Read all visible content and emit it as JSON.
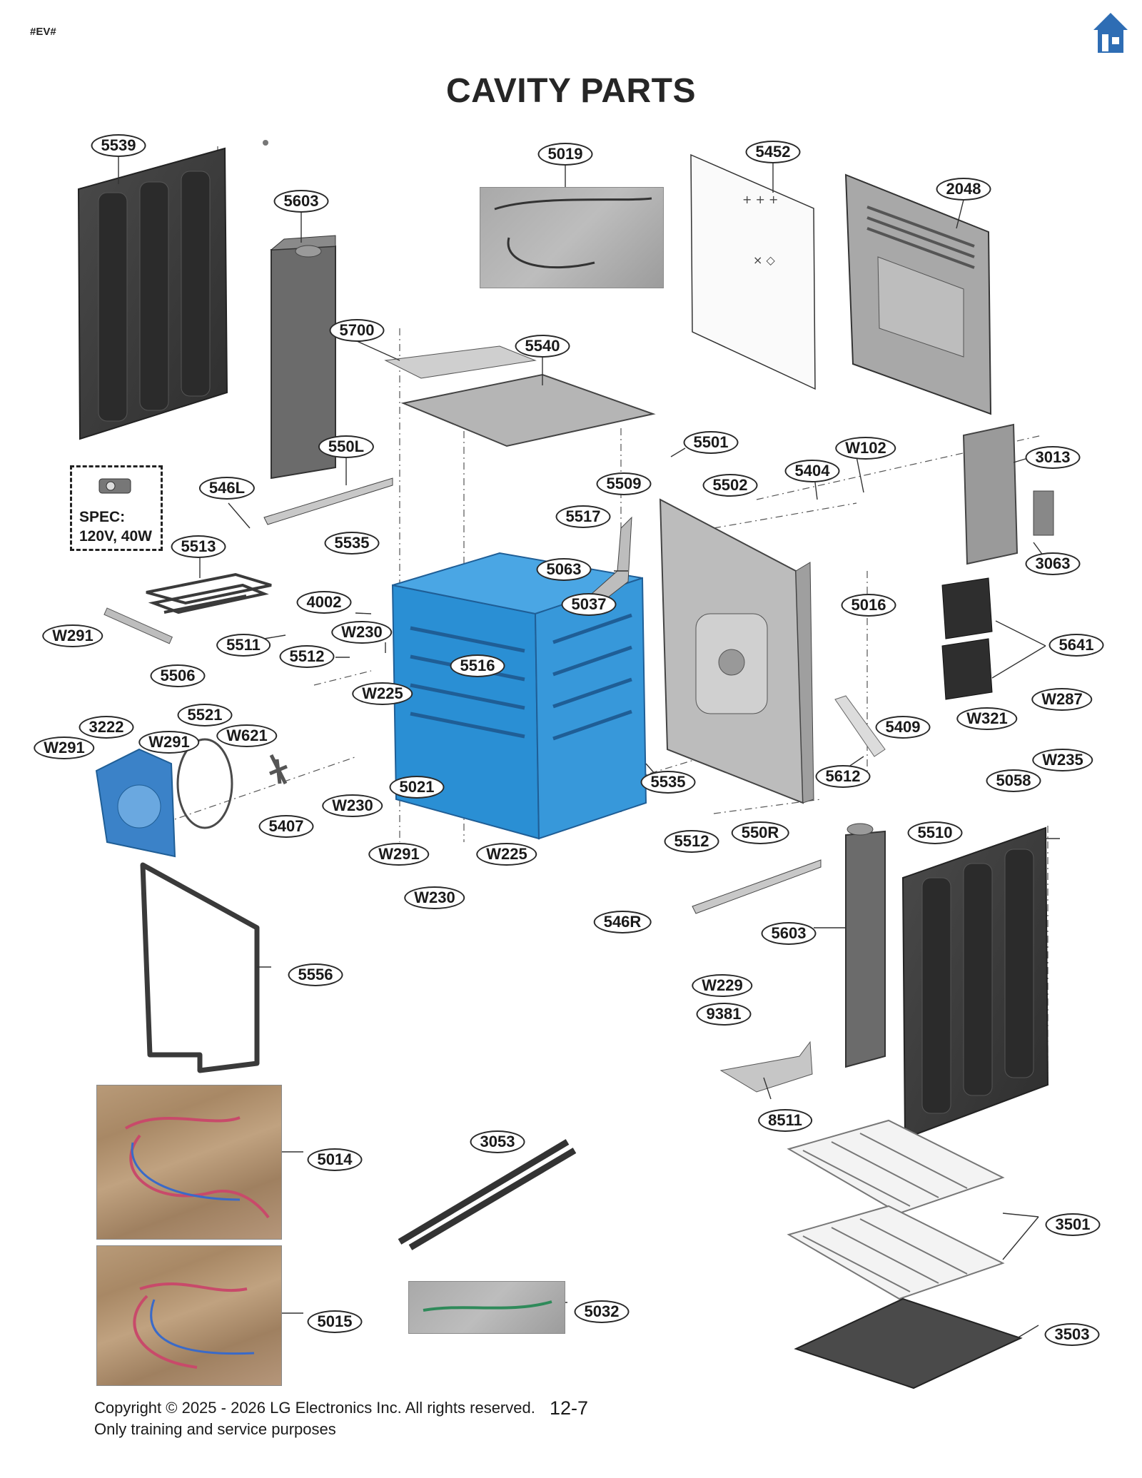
{
  "header": {
    "tag": "#EV#",
    "title": "CAVITY PARTS"
  },
  "icons": {
    "home": "home-icon"
  },
  "colors": {
    "accent_blue": "#2E6DB4",
    "cavity_blue": "#2A8FD4",
    "outline": "#2a2a2a"
  },
  "spec_box": {
    "label": "SPEC:",
    "value": "120V, 40W"
  },
  "callouts": [
    "5539",
    "5019",
    "5452",
    "2048",
    "5603",
    "5700",
    "5540",
    "550L",
    "5501",
    "W102",
    "3013",
    "546L",
    "5509",
    "5502",
    "5404",
    "5517",
    "5535",
    "5063",
    "3063",
    "5513",
    "4002",
    "5037",
    "5016",
    "5641",
    "W291",
    "W230",
    "5511",
    "5512",
    "5516",
    "5506",
    "W225",
    "W287",
    "5521",
    "5409",
    "W321",
    "3222",
    "W621",
    "W291",
    "W291",
    "W235",
    "5058",
    "5535",
    "5612",
    "5021",
    "W230",
    "5407",
    "W291",
    "W225",
    "5512",
    "550R",
    "5510",
    "W230",
    "546R",
    "5603",
    "5556",
    "W229",
    "9381",
    "8511",
    "3053",
    "5014",
    "3501",
    "5015",
    "5032",
    "3503"
  ],
  "footer": {
    "copyright": "Copyright © 2025 - 2026 LG Electronics Inc. All rights reserved.",
    "purpose": "Only training and service purposes",
    "page": "12-7"
  }
}
